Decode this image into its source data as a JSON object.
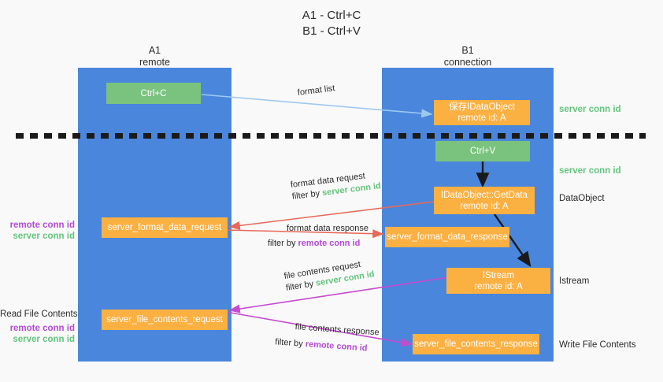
{
  "title": {
    "line1": "A1 - Ctrl+C",
    "line2": "B1 - Ctrl+V"
  },
  "columns": [
    {
      "name": "A1",
      "sub": "remote"
    },
    {
      "name": "B1",
      "sub": "connection"
    }
  ],
  "nodes": [
    {
      "id": "ctrl-c",
      "line1": "Ctrl+C",
      "line2": "",
      "color": "#7ac37e"
    },
    {
      "id": "save-idataobject",
      "line1": "保存IDataObject",
      "line2": "remote id: A",
      "color": "#fbb042"
    },
    {
      "id": "ctrl-v",
      "line1": "Ctrl+V",
      "line2": "",
      "color": "#7ac37e"
    },
    {
      "id": "getdata",
      "line1": "IDataObject::GetData",
      "line2": "remote id: A",
      "color": "#fbb042"
    },
    {
      "id": "server-format-data-request",
      "line1": "server_format_data_request",
      "line2": "",
      "color": "#fbb042"
    },
    {
      "id": "server-format-data-response",
      "line1": "server_format_data_response",
      "line2": "",
      "color": "#fbb042"
    },
    {
      "id": "istream",
      "line1": "IStream",
      "line2": "remote id: A",
      "color": "#fbb042"
    },
    {
      "id": "server-file-contents-request",
      "line1": "server_file_contents_request",
      "line2": "",
      "color": "#fbb042"
    },
    {
      "id": "server-file-contents-response",
      "line1": "server_file_contents_response",
      "line2": "",
      "color": "#fbb042"
    }
  ],
  "right_labels": [
    {
      "id": "r1",
      "text": "server conn id",
      "color": "#63c47d"
    },
    {
      "id": "r2",
      "text": "server conn id",
      "color": "#63c47d"
    },
    {
      "id": "r3",
      "text": "DataObject",
      "color": "#2b2b2b"
    },
    {
      "id": "r4",
      "text": "Istream",
      "color": "#2b2b2b"
    },
    {
      "id": "r5",
      "text": "Write File Contents",
      "color": "#2b2b2b"
    }
  ],
  "left_labels": [
    {
      "id": "l1",
      "text": "remote conn id",
      "color": "#b44ad6"
    },
    {
      "id": "l2",
      "text": "server conn id",
      "color": "#63c47d"
    },
    {
      "id": "l3",
      "text": "Read File Contents",
      "color": "#2b2b2b"
    },
    {
      "id": "l4",
      "text": "remote conn id",
      "color": "#b44ad6"
    },
    {
      "id": "l5",
      "text": "server conn id",
      "color": "#63c47d"
    }
  ],
  "edges": [
    {
      "id": "format-list",
      "label": "format list",
      "filter_prefix": "",
      "filter_target": "",
      "color": "#9dc9ef"
    },
    {
      "id": "format-data-request",
      "label": "format data request",
      "filter_prefix": "filter by ",
      "filter_target": "server conn id",
      "filter_color": "green",
      "color": "#e8695a"
    },
    {
      "id": "format-data-response",
      "label": "format data response",
      "filter_prefix": "filter by ",
      "filter_target": "remote conn id",
      "filter_color": "purple",
      "color": "#e8695a"
    },
    {
      "id": "file-contents-request",
      "label": "file contents request",
      "filter_prefix": "filter by ",
      "filter_target": "server conn id",
      "filter_color": "green",
      "color": "#c64ad0"
    },
    {
      "id": "file-contents-response",
      "label": "file contents response",
      "filter_prefix": "filter by ",
      "filter_target": "remote conn id",
      "filter_color": "purple",
      "color": "#c64ad0"
    }
  ],
  "colors": {
    "column": "#4a86dc",
    "green_node": "#7ac37e",
    "orange_node": "#fbb042",
    "background": "#f9f9f9",
    "divider": "#1a1a1a"
  }
}
